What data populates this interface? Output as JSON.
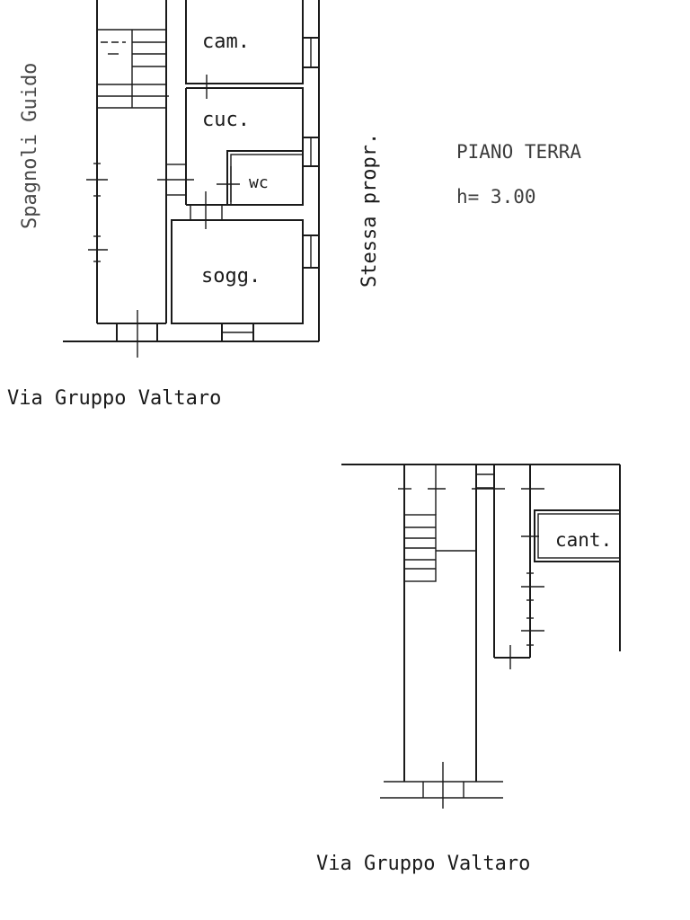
{
  "ground_floor": {
    "left_neighbor": "Spagnoli Guido",
    "right_neighbor": "Stessa propr.",
    "rooms": {
      "bedroom": "cam.",
      "kitchen": "cuc.",
      "wc": "wc",
      "living": "sogg."
    },
    "title": "PIANO TERRA",
    "height": "h= 3.00",
    "street": "Via Gruppo Valtaro"
  },
  "basement": {
    "rooms": {
      "cellar": "cant."
    },
    "street": "Via Gruppo Valtaro"
  }
}
